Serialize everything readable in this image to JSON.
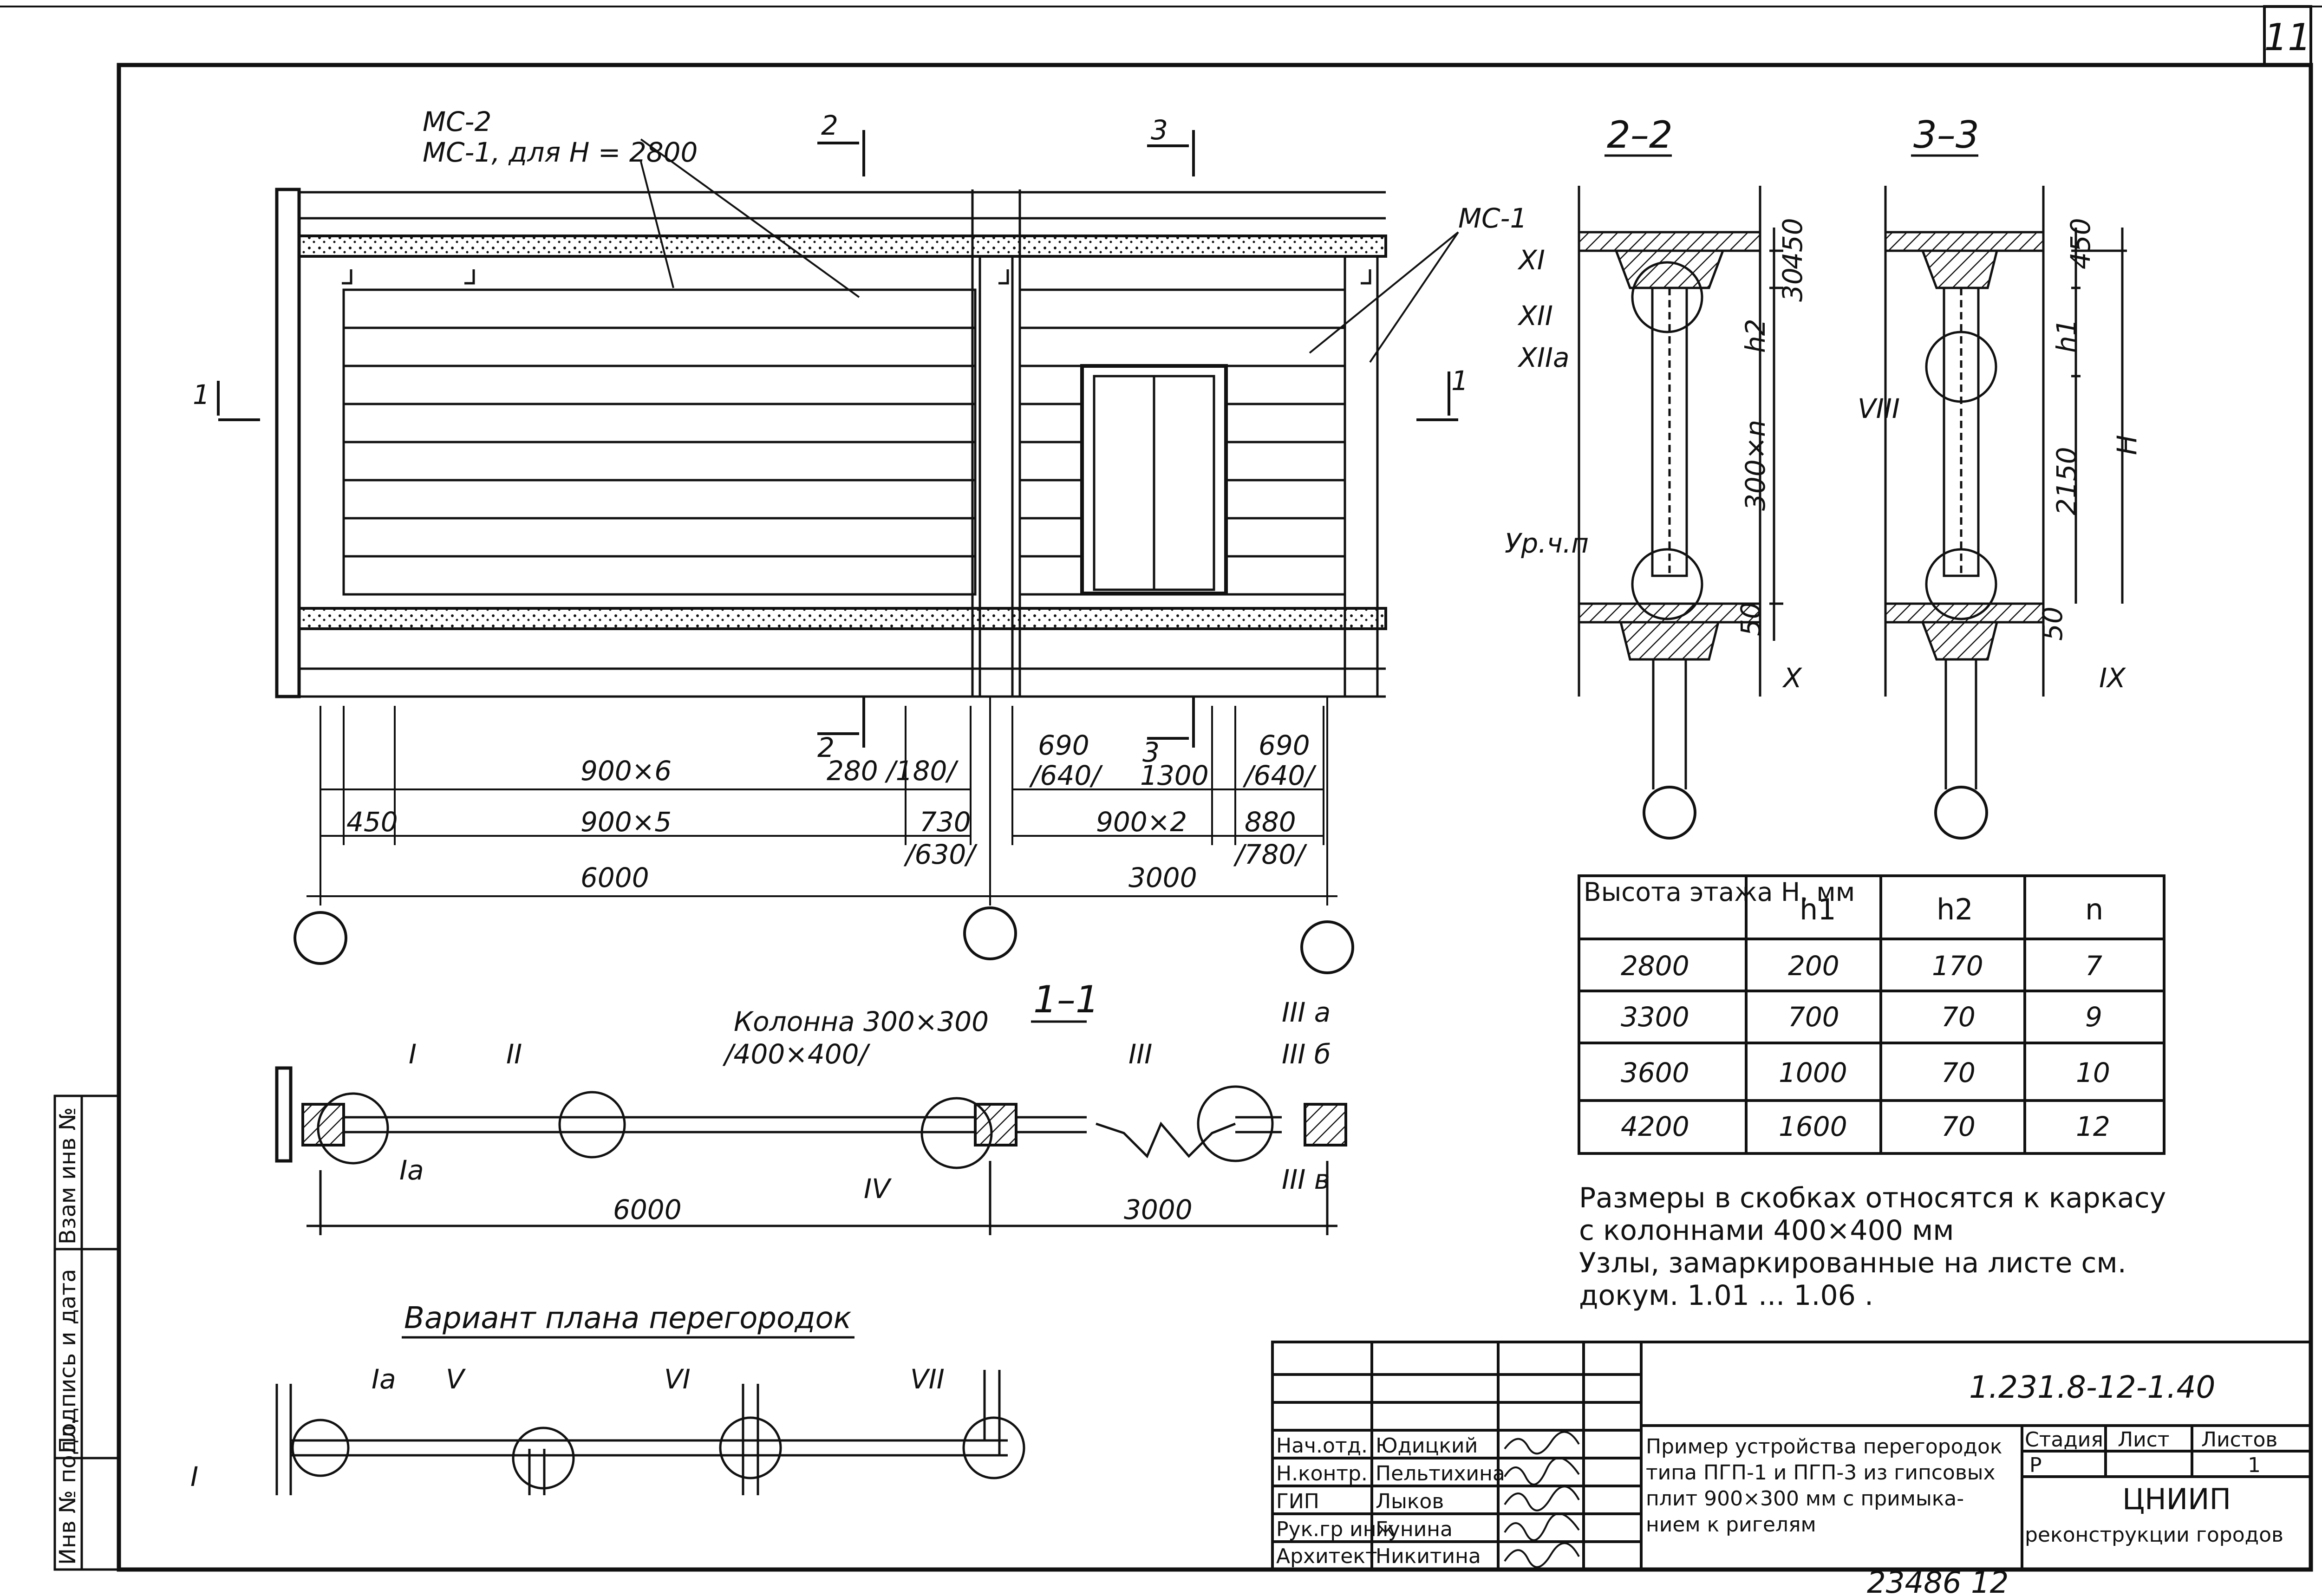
{
  "sheet": {
    "sheet_number": "11",
    "bottom_mark": "23486  12"
  },
  "side_stamp": [
    "Инв № подл.",
    "Подпись и дата",
    "Взам инв №"
  ],
  "elevation": {
    "label_ms2": "МС-2",
    "label_ms1_2800": "МС-1, для Н = 2800",
    "label_ms1": "МС-1",
    "sec_2": "2",
    "sec_3": "3",
    "sec_1": "1",
    "dims": {
      "d_900x6": "900×6",
      "d_280_180": "280 /180/",
      "d_690_a": "690",
      "d_640_a": "/640/",
      "d_1300": "1300",
      "d_690_b": "690",
      "d_640_b": "/640/",
      "d_450": "450",
      "d_900x5": "900×5",
      "d_730": "730",
      "d_630": "/630/",
      "d_900x2": "900×2",
      "d_880": "880",
      "d_780": "/780/",
      "d_6000": "6000",
      "d_3000": "3000"
    }
  },
  "section_22": {
    "title": "2–2",
    "XI": "XI",
    "XII": "XII",
    "XIIa": "XIIа",
    "d_450": "450",
    "d_30": "30",
    "h2": "h2",
    "d_300n": "300×n",
    "ur": "Ур.ч.п",
    "d_50": "50",
    "X": "X"
  },
  "section_33": {
    "title": "3–3",
    "VIII": "VIII",
    "d_450": "450",
    "h1": "h1",
    "H": "Н",
    "d_2150": "2150",
    "d_50": "50",
    "IX": "IX"
  },
  "plan_11": {
    "title": "1–1",
    "column": "Колонна 300×300",
    "column2": "/400×400/",
    "I": "I",
    "II": "II",
    "Ia": "Iа",
    "IV": "IV",
    "III": "III",
    "IIIa": "III а",
    "IIIb": "III б",
    "IIIv": "III в",
    "d_6000": "6000",
    "d_3000": "3000"
  },
  "variant": {
    "title": "Вариант плана перегородок",
    "Ia": "Iа",
    "V": "V",
    "VI": "VI",
    "VII": "VII",
    "I": "I"
  },
  "table": {
    "headers": [
      "Высота этажа Н, мм",
      "h1",
      "h2",
      "n"
    ],
    "rows": [
      [
        "2800",
        "200",
        "170",
        "7"
      ],
      [
        "3300",
        "700",
        "70",
        "9"
      ],
      [
        "3600",
        "1000",
        "70",
        "10"
      ],
      [
        "4200",
        "1600",
        "70",
        "12"
      ]
    ]
  },
  "notes": [
    "Размеры в скобках относятся к каркасу",
    "с колоннами 400×400 мм",
    "Узлы, замаркированные на листе см.",
    "докум. 1.01 ... 1.06 ."
  ],
  "title_block": {
    "doc_code": "1.231.8-12-1.40",
    "roles": [
      "Нач.отд.",
      "Н.контр.",
      "ГИП",
      "Рук.гр инж",
      "Архитект"
    ],
    "names": [
      "Юдицкий",
      "Пельтихина",
      "Лыков",
      "Гунина",
      "Никитина"
    ],
    "title_lines": [
      "Пример устройства перегородок",
      "типа ПГП-1 и ПГП-3 из гипсовых",
      "плит 900×300 мм с примыка-",
      "нием к ригелям"
    ],
    "col_stage": "Стадия",
    "col_sheet": "Лист",
    "col_sheets": "Листов",
    "val_stage": "Р",
    "val_sheet": "",
    "val_sheets": "1",
    "org_line1": "ЦНИИП",
    "org_line2": "реконструкции городов"
  }
}
